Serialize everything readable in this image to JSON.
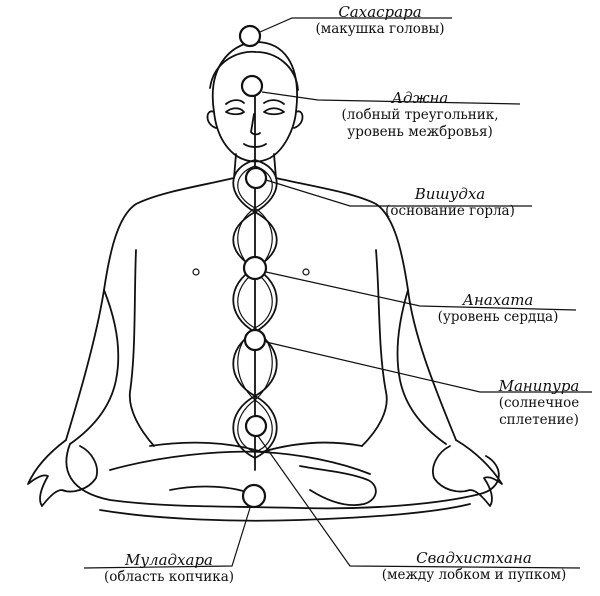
{
  "chakras": [
    {
      "id": "sahasrara",
      "name": "Сахасрара",
      "location": [
        "(макушка головы)"
      ]
    },
    {
      "id": "ajna",
      "name": "Аджна",
      "location": [
        "(лобный треугольник,",
        "уровень межбровья)"
      ]
    },
    {
      "id": "vishuddha",
      "name": "Вишудха",
      "location": [
        "(основание горла)"
      ]
    },
    {
      "id": "anahata",
      "name": "Анахата",
      "location": [
        "(уровень сердца)"
      ]
    },
    {
      "id": "manipura",
      "name": "Манипура",
      "location": [
        "(солнечное",
        "сплетение)"
      ]
    },
    {
      "id": "svadhisthana",
      "name": "Свадхистхана",
      "location": [
        "(между лобком и пупком)"
      ]
    },
    {
      "id": "muladhara",
      "name": "Муладхара",
      "location": [
        "(область копчика)"
      ]
    }
  ],
  "colors": {
    "ink": "#111111",
    "background": "#ffffff"
  }
}
